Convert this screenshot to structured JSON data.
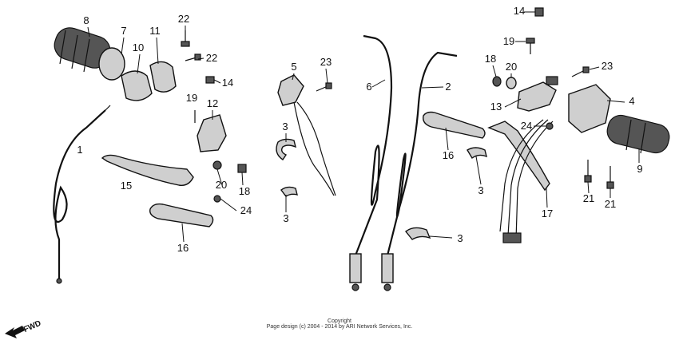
{
  "callouts": [
    "8",
    "7",
    "10",
    "11",
    "22",
    "22",
    "14",
    "1",
    "12",
    "19",
    "20",
    "18",
    "24",
    "15",
    "16",
    "5",
    "23",
    "3",
    "3",
    "3",
    "6",
    "2",
    "16",
    "3",
    "14",
    "19",
    "18",
    "20",
    "23",
    "4",
    "13",
    "24",
    "9",
    "21",
    "21",
    "17"
  ],
  "copyright": {
    "line1": "Copyright",
    "line2": "Page design (c) 2004 - 2014 by ARI Network Services, Inc."
  },
  "fwd_label": "FWD"
}
